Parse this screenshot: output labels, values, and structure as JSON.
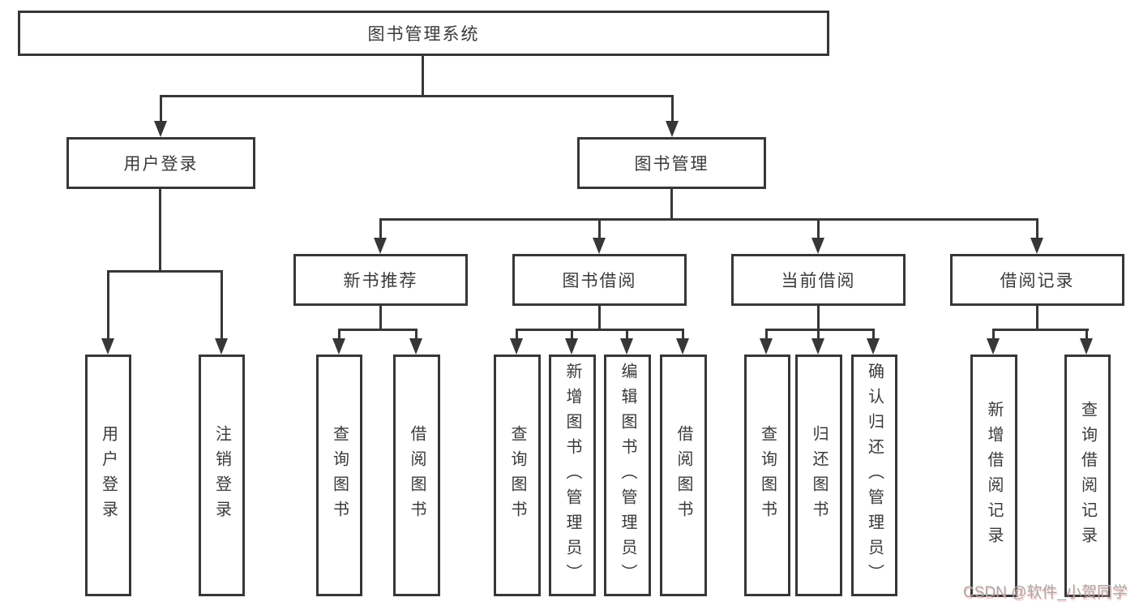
{
  "tree": {
    "label": "图书管理系统",
    "children": [
      {
        "label": "用户登录",
        "children": [
          {
            "label": "用户登录"
          },
          {
            "label": "注销登录"
          }
        ]
      },
      {
        "label": "图书管理",
        "children": [
          {
            "label": "新书推荐",
            "children": [
              {
                "label": "查询图书"
              },
              {
                "label": "借阅图书"
              }
            ]
          },
          {
            "label": "图书借阅",
            "children": [
              {
                "label": "查询图书"
              },
              {
                "label": "新增图书（管理员）"
              },
              {
                "label": "编辑图书（管理员）"
              },
              {
                "label": "借阅图书"
              }
            ]
          },
          {
            "label": "当前借阅",
            "children": [
              {
                "label": "查询图书"
              },
              {
                "label": "归还图书"
              },
              {
                "label": "确认归还（管理员）"
              }
            ]
          },
          {
            "label": "借阅记录",
            "children": [
              {
                "label": "新增借阅记录"
              },
              {
                "label": "查询借阅记录"
              }
            ]
          }
        ]
      }
    ]
  },
  "watermark": {
    "text": "CSDN @软件_小贺同学"
  },
  "colors": {
    "line": "#373737",
    "text": "#3a3a3a",
    "background": "#ffffff",
    "watermark": "#a8a8a8"
  }
}
